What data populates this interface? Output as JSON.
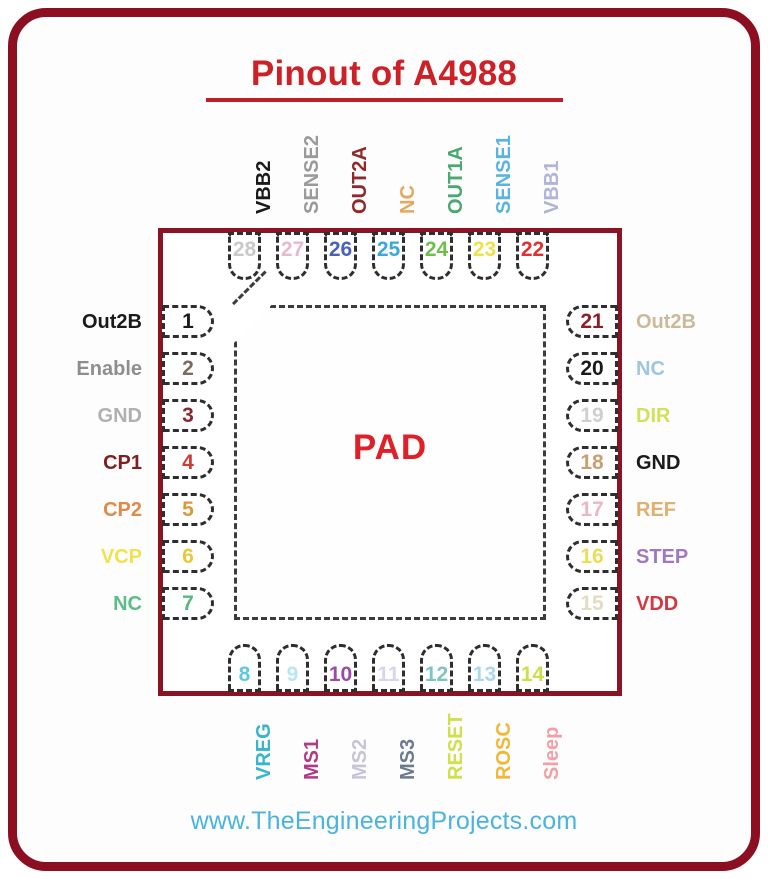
{
  "page": {
    "title": "Pinout of A4988",
    "title_color": "#cc2127",
    "footer_url": "www.TheEngineeringProjects.com",
    "footer_color": "#4ab4dd",
    "frame_color": "#8b0f20",
    "chip_border_color": "#8b1424",
    "pad_label": "PAD",
    "pad_label_color": "#e02028",
    "pin_outline_color": "#2e2e2e"
  },
  "pins": {
    "left": [
      {
        "number": "1",
        "label": "Out2B",
        "label_color": "#1a1a1a",
        "number_color": "#1a1a1a"
      },
      {
        "number": "2",
        "label": "Enable",
        "label_color": "#8e8e8e",
        "number_color": "#7a6a62"
      },
      {
        "number": "3",
        "label": "GND",
        "label_color": "#b0b0b0",
        "number_color": "#8e2430"
      },
      {
        "number": "4",
        "label": "CP1",
        "label_color": "#7e1f22",
        "number_color": "#d23a33"
      },
      {
        "number": "5",
        "label": "CP2",
        "label_color": "#e08a4a",
        "number_color": "#d99a3a"
      },
      {
        "number": "6",
        "label": "VCP",
        "label_color": "#f2e14d",
        "number_color": "#e8c93a"
      },
      {
        "number": "7",
        "label": "NC",
        "label_color": "#5cbd8a",
        "number_color": "#56b87f"
      }
    ],
    "right": [
      {
        "number": "21",
        "label": "Out2B",
        "label_color": "#cbb99c",
        "number_color": "#8e1f26"
      },
      {
        "number": "20",
        "label": "NC",
        "label_color": "#9dc6e0",
        "number_color": "#1a1a1a"
      },
      {
        "number": "19",
        "label": "DIR",
        "label_color": "#d4e05a",
        "number_color": "#cfcfcf"
      },
      {
        "number": "18",
        "label": "GND",
        "label_color": "#1a1a1a",
        "number_color": "#c8a070"
      },
      {
        "number": "17",
        "label": "REF",
        "label_color": "#e0b070",
        "number_color": "#eeb6c0"
      },
      {
        "number": "16",
        "label": "STEP",
        "label_color": "#a078c0",
        "number_color": "#efdb5a"
      },
      {
        "number": "15",
        "label": "VDD",
        "label_color": "#d23a42",
        "number_color": "#e4dcc0"
      }
    ],
    "top": [
      {
        "number": "28",
        "label": "VBB2",
        "label_color": "#1a1a1a",
        "number_color": "#c9c9c9"
      },
      {
        "number": "27",
        "label": "SENSE2",
        "label_color": "#9a9a9a",
        "number_color": "#e8b9c6"
      },
      {
        "number": "26",
        "label": "OUT2A",
        "label_color": "#8e2a2a",
        "number_color": "#4a62b4"
      },
      {
        "number": "25",
        "label": "NC",
        "label_color": "#e5a860",
        "number_color": "#3aa8d8"
      },
      {
        "number": "24",
        "label": "OUT1A",
        "label_color": "#4aa870",
        "number_color": "#6cbf4a"
      },
      {
        "number": "23",
        "label": "SENSE1",
        "label_color": "#5ab4e0",
        "number_color": "#f0e04a"
      },
      {
        "number": "22",
        "label": "VBB1",
        "label_color": "#b0b4d8",
        "number_color": "#e03030"
      }
    ],
    "bottom": [
      {
        "number": "8",
        "label": "VREG",
        "label_color": "#3ab4cc",
        "number_color": "#5ec8e4"
      },
      {
        "number": "9",
        "label": "MS1",
        "label_color": "#b03a8a",
        "number_color": "#b8e6f0"
      },
      {
        "number": "10",
        "label": "MS2",
        "label_color": "#c8c4d8",
        "number_color": "#9a4aa8"
      },
      {
        "number": "11",
        "label": "MS3",
        "label_color": "#6c7a90",
        "number_color": "#d8d4ea"
      },
      {
        "number": "12",
        "label": "RESET",
        "label_color": "#cfe04a",
        "number_color": "#7ec4c0"
      },
      {
        "number": "13",
        "label": "ROSC",
        "label_color": "#f0b83a",
        "number_color": "#a8d8ea"
      },
      {
        "number": "14",
        "label": "Sleep",
        "label_color": "#f0a0a8",
        "number_color": "#c8e04a"
      }
    ]
  }
}
